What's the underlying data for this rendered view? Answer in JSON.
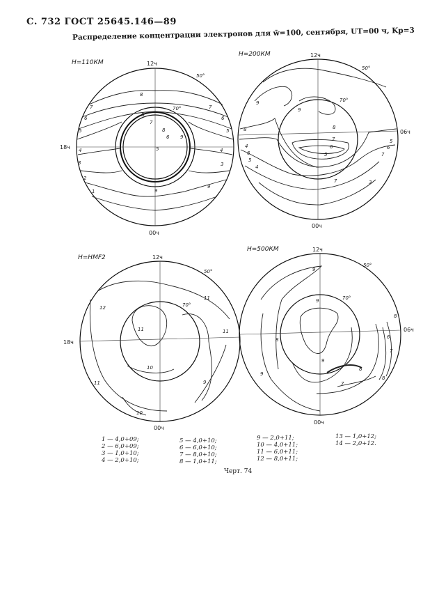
{
  "header": {
    "page_ref": "С. 732 ГОСТ 25645.146—89"
  },
  "title": "Распределение концентрации электронов для w̄=100, сентября, UT=00 ч, Kp=3",
  "panels": [
    {
      "id": "110",
      "height_label": "H=110КМ",
      "top_label": "12ч",
      "bottom_label": "00ч",
      "left_label": "18ч",
      "right_label": "",
      "lat_labels": [
        "50°",
        "70°"
      ],
      "contour_labels": [
        "8",
        "7",
        "7",
        "6",
        "6",
        "5",
        "5",
        "4",
        "4",
        "3",
        "3",
        "2",
        "1",
        "9",
        "9",
        "8",
        "7",
        "6",
        "5",
        "8",
        "9"
      ]
    },
    {
      "id": "200",
      "height_label": "H=200КМ",
      "top_label": "12ч",
      "bottom_label": "00ч",
      "left_label": "",
      "right_label": "06ч",
      "lat_labels": [
        "50°",
        "70°"
      ],
      "contour_labels": [
        "9",
        "9",
        "8",
        "8",
        "7",
        "6",
        "5",
        "4",
        "7",
        "6",
        "5",
        "4",
        "3",
        "5",
        "6",
        "7"
      ]
    },
    {
      "id": "hmf2",
      "height_label": "H=HMF2",
      "top_label": "12ч",
      "bottom_label": "00ч",
      "left_label": "18ч",
      "right_label": "",
      "lat_labels": [
        "50°",
        "70°"
      ],
      "contour_labels": [
        "12",
        "11",
        "11",
        "10",
        "11",
        "9",
        "10",
        "11"
      ]
    },
    {
      "id": "500",
      "height_label": "H=500КМ",
      "top_label": "12ч",
      "bottom_label": "00ч",
      "left_label": "",
      "right_label": "06ч",
      "lat_labels": [
        "50°",
        "70°"
      ],
      "contour_labels": [
        "9",
        "9",
        "8",
        "9",
        "8",
        "6",
        "7",
        "8",
        "7",
        "9",
        "8"
      ]
    }
  ],
  "legend": {
    "col1": [
      "1 — 4,0+09;",
      "2 — 6,0+09;",
      "3 — 1,0+10;",
      "4 — 2,0+10;"
    ],
    "col2": [
      "5 — 4,0+10;",
      "6 — 6,0+10;",
      "7 — 8,0+10;",
      "8 — 1,0+11;"
    ],
    "col3": [
      "9 — 2,0+11;",
      "10 — 4,0+11;",
      "11 — 6,0+11;",
      "12 — 8,0+11;"
    ],
    "col4": [
      "13 — 1,0+12;",
      "14 — 2,0+12."
    ]
  },
  "caption": "Черт. 74"
}
